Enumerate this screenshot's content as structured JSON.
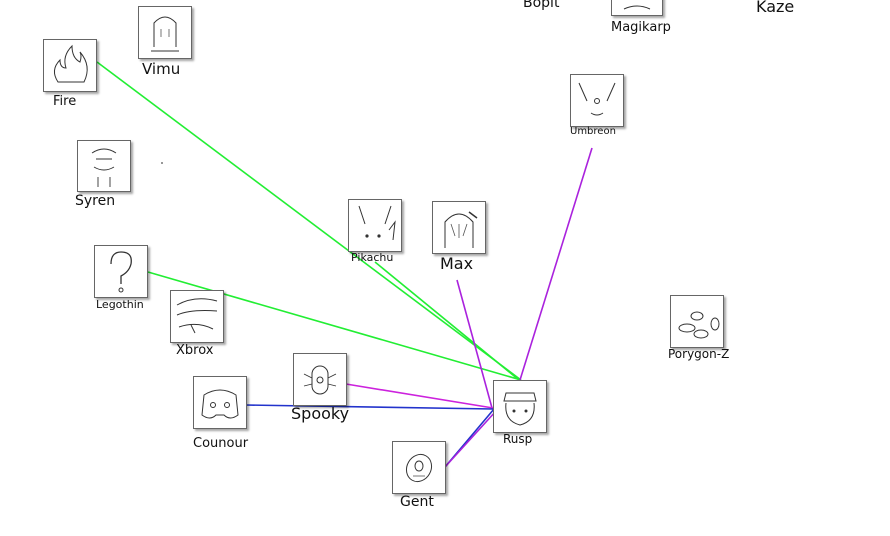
{
  "nodes": {
    "bopit": "Bopit",
    "magikarp": "Magikarp",
    "kaze": "Kaze",
    "vimu": "Vimu",
    "fire": "Fire",
    "umbreon": "Umbreon",
    "syren": "Syren",
    "pikachu": "Pikachu",
    "max": "Max",
    "legothin": "Legothin",
    "porygon_z": "Porygon-Z",
    "xbrox": "Xbrox",
    "spooky": "Spooky",
    "counour": "Counour",
    "rusp": "Rusp",
    "gent": "Gent"
  },
  "edges": [
    {
      "from": "fire",
      "to": "rusp",
      "color": "#22ee33"
    },
    {
      "from": "pikachu",
      "to": "rusp",
      "color": "#22ee33"
    },
    {
      "from": "legothin",
      "to": "rusp",
      "color": "#22ee33"
    },
    {
      "from": "umbreon",
      "to": "rusp",
      "color": "#aa22dd"
    },
    {
      "from": "max",
      "to": "rusp",
      "color": "#aa22dd"
    },
    {
      "from": "spooky",
      "to": "rusp",
      "color": "#cc22dd"
    },
    {
      "from": "counour",
      "to": "rusp",
      "color": "#2233cc"
    },
    {
      "from": "gent",
      "to": "rusp",
      "color": "#2233cc"
    },
    {
      "from": "gent",
      "to": "rusp",
      "color": "#aa22dd"
    }
  ],
  "colors": {
    "green_edge": "#22ee33",
    "purple_edge": "#aa22dd",
    "blue_edge": "#2233cc"
  }
}
